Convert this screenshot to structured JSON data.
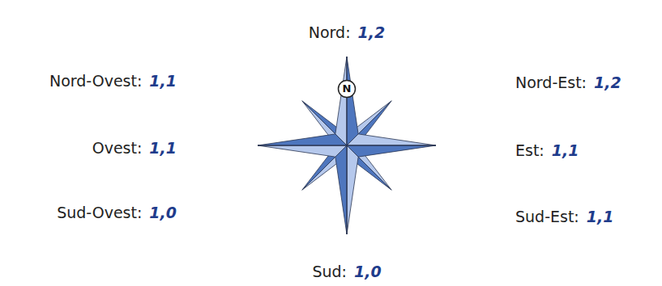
{
  "diagram": {
    "nodes": [
      {
        "text": [
          "N"
        ]
      }
    ],
    "labels": [
      "Nord:",
      "1,2",
      "Nord-Ovest:",
      "1,1",
      "Nord-Est:",
      "1,2",
      "Ovest:",
      "1,1",
      "Est:",
      "1,1",
      "Sud-Ovest:",
      "1,0",
      "Sud-Est:",
      "1,1",
      "Sud:",
      "1,0"
    ]
  }
}
